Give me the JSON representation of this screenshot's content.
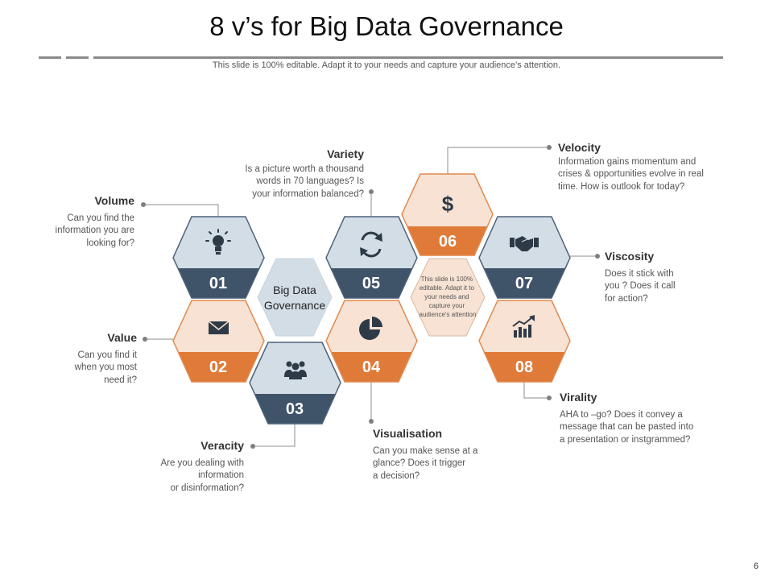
{
  "title": "8 v’s for Big Data Governance",
  "subtitle": "This slide is 100% editable. Adapt it to your needs and capture your audience’s attention.",
  "page_number": "6",
  "colors": {
    "blue_light": "#d3dde6",
    "blue_dark": "#3f5369",
    "peach_light": "#f7e2d3",
    "orange": "#e07a38",
    "border_blue": "#4d6178",
    "border_orange": "#e08a4f",
    "icon": "#2f3a47"
  },
  "center": {
    "line1": "Big Data",
    "line2": "Governance"
  },
  "note": {
    "lines": [
      "This slide is 100%",
      "editable. Adapt it to",
      "your needs and",
      "capture your",
      "audience's attention"
    ]
  },
  "hexes": [
    {
      "number": "01",
      "icon": "lightbulb-icon"
    },
    {
      "number": "02",
      "icon": "envelope-icon"
    },
    {
      "number": "03",
      "icon": "users-icon"
    },
    {
      "number": "04",
      "icon": "pie-chart-icon"
    },
    {
      "number": "05",
      "icon": "refresh-icon"
    },
    {
      "number": "06",
      "icon": "dollar-icon"
    },
    {
      "number": "07",
      "icon": "handshake-icon"
    },
    {
      "number": "08",
      "icon": "trend-up-icon"
    }
  ],
  "items": {
    "volume": {
      "title": "Volume",
      "lines": [
        "Can you find the",
        "information you are",
        "looking for?"
      ]
    },
    "value": {
      "title": "Value",
      "lines": [
        "Can you find it",
        "when you most",
        "need it?"
      ]
    },
    "veracity": {
      "title": "Veracity",
      "lines": [
        "Are you dealing with",
        "information",
        "or disinformation?"
      ]
    },
    "variety": {
      "title": "Variety",
      "lines": [
        "Is a picture worth  a thousand",
        "words in 70 languages? Is",
        "your information  balanced?"
      ]
    },
    "visualisation": {
      "title": "Visualisation",
      "lines": [
        "Can you make sense at a",
        "glance? Does it trigger",
        "a decision?"
      ]
    },
    "velocity": {
      "title": "Velocity",
      "lines": [
        "Information  gains momentum and",
        "crises & opportunities evolve  in real",
        "time. How is outlook for today?"
      ]
    },
    "viscosity": {
      "title": "Viscosity",
      "lines": [
        "Does it stick with",
        "you ? Does it call",
        "for action?"
      ]
    },
    "virality": {
      "title": "Virality",
      "lines": [
        "AHA to –go? Does it convey a",
        "message that can be pasted into",
        "a presentation or instgrammed?"
      ]
    }
  }
}
